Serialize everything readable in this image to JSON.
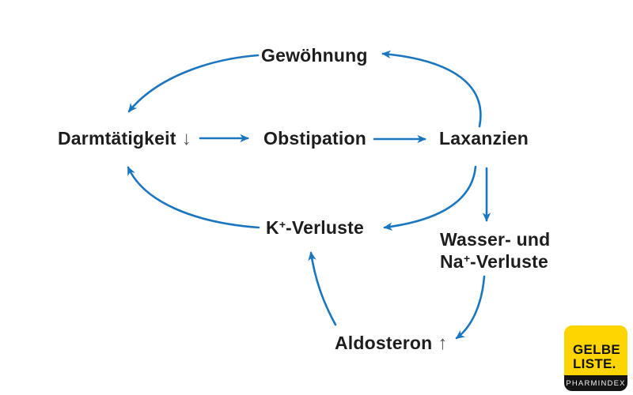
{
  "colors": {
    "background": "#ffffff",
    "arrow_blue": "#1b76c0",
    "text_dark": "#1d1d1f",
    "glyph_gray": "#55565a",
    "logo_yellow": "#ffd500",
    "logo_black": "#141414",
    "logo_subtext": "#f2f2f2"
  },
  "diagram": {
    "nodes": {
      "gewoehnung": {
        "label": "Gewöhnung"
      },
      "darmtaetigkeit": {
        "label": "Darmtätigkeit",
        "trend": "↓"
      },
      "obstipation": {
        "label": "Obstipation"
      },
      "laxanzien": {
        "label": "Laxanzien"
      },
      "k_verluste": {
        "pre": "K",
        "sup": "+",
        "post": "-Verluste"
      },
      "wasser_na_verluste": {
        "line1": "Wasser- und",
        "line2_pre": "Na",
        "line2_sup": "+",
        "line2_post": "-Verluste"
      },
      "aldosteron": {
        "label": "Aldosteron",
        "trend": "↑"
      }
    },
    "edges": [
      {
        "from": "Gewöhnung",
        "to": "Darmtätigkeit ↓"
      },
      {
        "from": "Darmtätigkeit ↓",
        "to": "Obstipation"
      },
      {
        "from": "Obstipation",
        "to": "Laxanzien"
      },
      {
        "from": "Laxanzien",
        "to": "Gewöhnung"
      },
      {
        "from": "Laxanzien",
        "to": "K⁺-Verluste"
      },
      {
        "from": "Laxanzien",
        "to": "Wasser- und Na⁺-Verluste"
      },
      {
        "from": "Wasser- und Na⁺-Verluste",
        "to": "Aldosteron ↑"
      },
      {
        "from": "Aldosteron ↑",
        "to": "K⁺-Verluste"
      },
      {
        "from": "K⁺-Verluste",
        "to": "Darmtätigkeit ↓"
      }
    ]
  },
  "logo": {
    "line1": "GELBE",
    "line2": "LISTE.",
    "subline": "PHARMINDEX"
  }
}
